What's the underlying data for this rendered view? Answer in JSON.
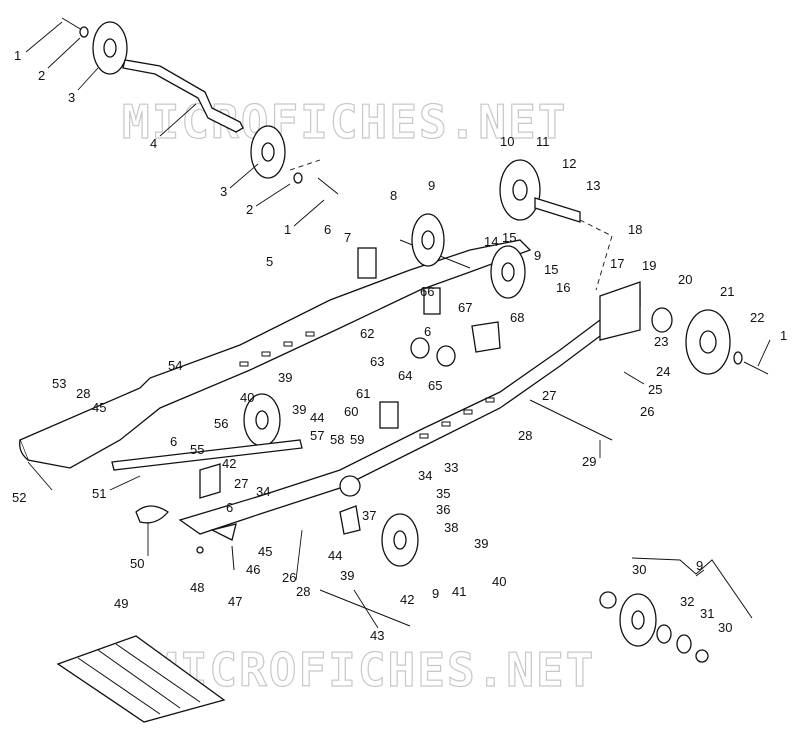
{
  "watermark": "MICROFICHES.NET",
  "inset_group_label": "9",
  "callouts": {
    "c1a": "1",
    "c2a": "2",
    "c3a": "3",
    "c4": "4",
    "c3b": "3",
    "c2b": "2",
    "c1b": "1",
    "c10": "10",
    "c11": "11",
    "c12": "12",
    "c13": "13",
    "c8": "8",
    "c9a": "9",
    "c6a": "6",
    "c7": "7",
    "c5": "5",
    "c14": "14",
    "c15a": "15",
    "c9b": "9",
    "c15b": "15",
    "c16": "16",
    "c18": "18",
    "c17": "17",
    "c19": "19",
    "c20": "20",
    "c21": "21",
    "c22": "22",
    "c1c": "1",
    "c66": "66",
    "c67": "67",
    "c68": "68",
    "c62": "62",
    "c6b": "6",
    "c63": "63",
    "c64": "64",
    "c65": "65",
    "c23": "23",
    "c24": "24",
    "c25": "25",
    "c27a": "27",
    "c26a": "26",
    "c54": "54",
    "c53": "53",
    "c28a": "28",
    "c45a": "45",
    "c39a": "39",
    "c40a": "40",
    "c39b": "39",
    "c44a": "44",
    "c61": "61",
    "c60": "60",
    "c56": "56",
    "c57": "57",
    "c58": "58",
    "c59": "59",
    "c33": "33",
    "c28b": "28",
    "c29": "29",
    "c6c": "6",
    "c55": "55",
    "c42a": "42",
    "c27b": "27",
    "c34a": "34",
    "c34b": "34",
    "c35": "35",
    "c36": "36",
    "c6d": "6",
    "c37": "37",
    "c38": "38",
    "c39c": "39",
    "c52": "52",
    "c51": "51",
    "c50": "50",
    "c48": "48",
    "c47": "47",
    "c46": "46",
    "c45b": "45",
    "c26b": "26",
    "c28c": "28",
    "c44b": "44",
    "c39d": "39",
    "c42b": "42",
    "c9c": "9",
    "c41": "41",
    "c40b": "40",
    "c43": "43",
    "c49": "49",
    "c30a": "30",
    "c32": "32",
    "c31": "31",
    "c30b": "30"
  }
}
